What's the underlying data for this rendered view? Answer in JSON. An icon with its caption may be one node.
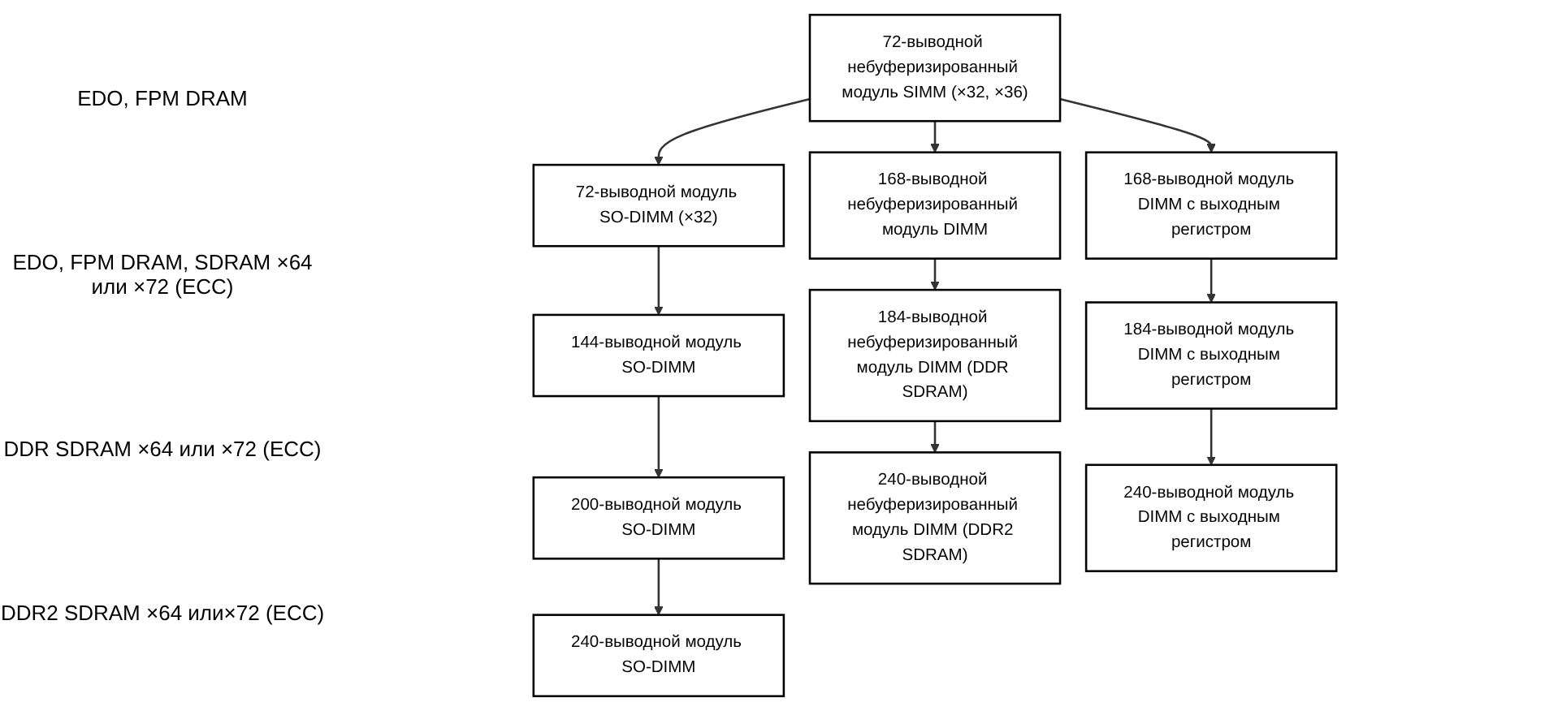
{
  "diagram": {
    "nodes": [
      {
        "text": [
          "72-выводной небуферизированный модуль SIMM (×32, ×36)"
        ]
      },
      {
        "text": [
          "72-выводной модуль SO-DIMM (×32)"
        ]
      },
      {
        "text": [
          "168-выводной небуферизированный модуль DIMM"
        ]
      },
      {
        "text": [
          "168-выводной модуль DIMM с выходным регистром"
        ]
      },
      {
        "text": [
          "144-выводной модуль SO-DIMM"
        ]
      },
      {
        "text": [
          "184-выводной небуферизированный модуль DIMM (DDR SDRAM)"
        ]
      },
      {
        "text": [
          "184-выводной модуль DIMM с выходным регистром"
        ]
      },
      {
        "text": [
          "200-выводной модуль SO-DIMM"
        ]
      },
      {
        "text": [
          "240-выводной небуферизированный модуль DIMM (DDR2 SDRAM)"
        ]
      },
      {
        "text": [
          "240-выводной модуль DIMM с выходным регистром"
        ]
      },
      {
        "text": [
          "240-выводной модуль SO-DIMM"
        ]
      }
    ],
    "edges": [
      {
        "from": 0,
        "to": 2,
        "arrow": "to"
      },
      {
        "from": 0,
        "to": 3,
        "arrow": "to"
      },
      {
        "from": 0,
        "to": 1,
        "arrow": "to"
      },
      {
        "from": 1,
        "to": 4,
        "arrow": "to"
      },
      {
        "from": 2,
        "to": 5,
        "arrow": "to"
      },
      {
        "from": 3,
        "to": 6,
        "arrow": "to"
      },
      {
        "from": 4,
        "to": 7,
        "arrow": "to"
      },
      {
        "from": 5,
        "to": 8,
        "arrow": "to"
      },
      {
        "from": 6,
        "to": 9,
        "arrow": "to"
      },
      {
        "from": 7,
        "to": 10,
        "arrow": "to"
      }
    ],
    "labels": [
      "EDO, FPM DRAM",
      "EDO, FPM DRAM, SDRAM ×64 или ×72 (ECC)",
      "DDR SDRAM ×64 или ×72 (ECC)",
      "DDR2 SDRAM ×64 или×72 (ECC)"
    ]
  }
}
